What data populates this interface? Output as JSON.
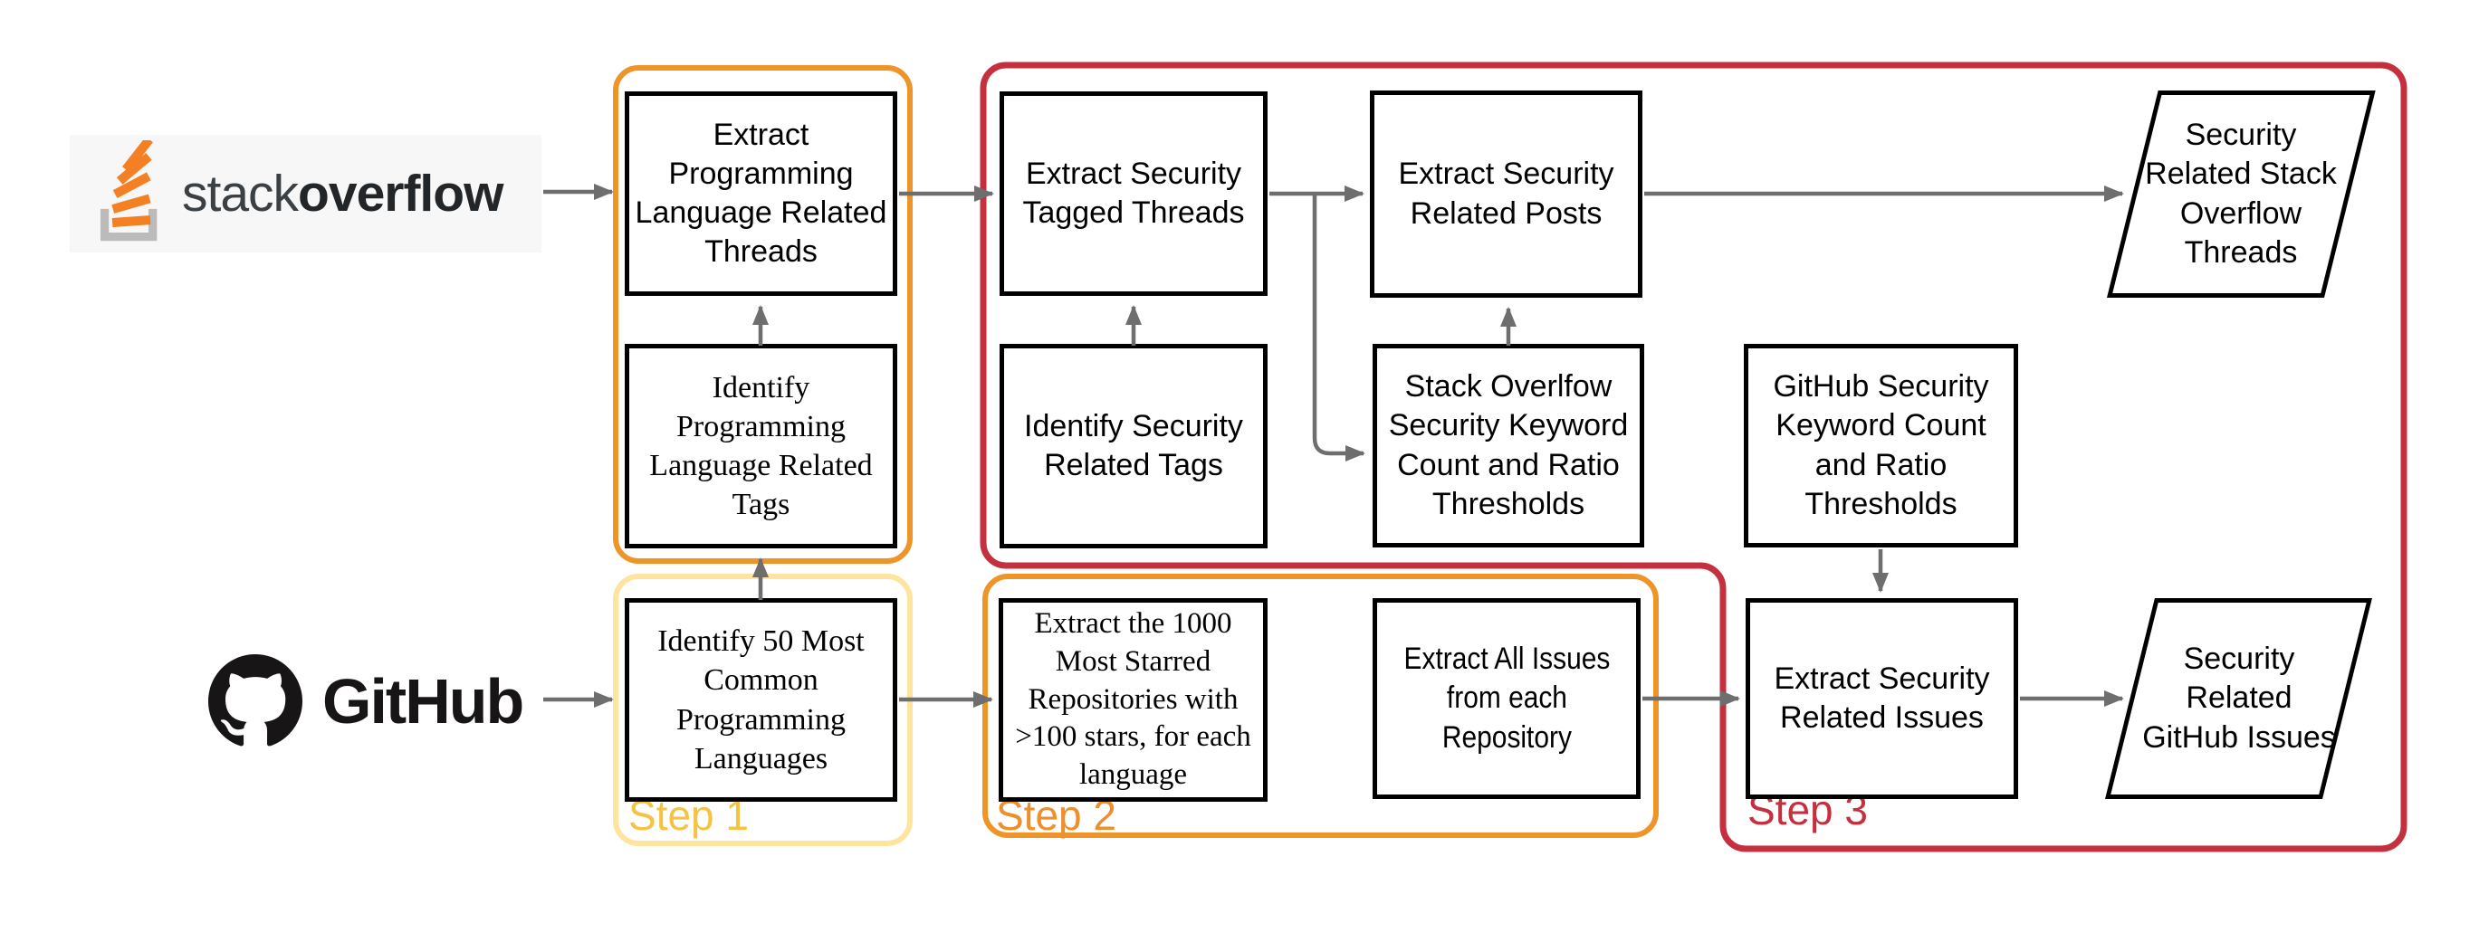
{
  "sources": {
    "stackoverflow": {
      "word1": "stack",
      "word2": "overflow"
    },
    "github": {
      "label": "GitHub"
    }
  },
  "steps": {
    "step1": {
      "label": "Step 1"
    },
    "step2": {
      "label": "Step 2"
    },
    "step3": {
      "label": "Step 3"
    }
  },
  "nodes": {
    "extract_pl_threads": "Extract\nProgramming\nLanguage Related\nThreads",
    "identify_pl_tags": "Identify\nProgramming\nLanguage Related\nTags",
    "identify_50_languages": "Identify 50 Most\nCommon\nProgramming\nLanguages",
    "extract_security_tagged_threads": "Extract Security\nTagged Threads",
    "identify_security_tags": "Identify Security\nRelated Tags",
    "extract_1000_repos": "Extract the 1000\nMost Starred\nRepositories with\n>100 stars, for each\nlanguage",
    "extract_security_posts": "Extract Security\nRelated Posts",
    "so_keyword_thresholds": "Stack Overlfow\nSecurity Keyword\nCount and Ratio\nThresholds",
    "gh_keyword_thresholds": "GitHub Security\nKeyword Count\nand Ratio\nThresholds",
    "extract_all_issues": "Extract All Issues\nfrom each\nRepository",
    "extract_security_issues": "Extract Security\nRelated Issues",
    "so_threads_output": "Security\nRelated Stack\nOverflow\nThreads",
    "gh_issues_output": "Security\nRelated\nGitHub Issues"
  },
  "icons": {
    "stackoverflow": "stackoverflow-logo-icon",
    "github": "github-octocat-icon"
  },
  "colors": {
    "step1_border": "#FFE49F",
    "step1_label": "#F5C344",
    "step2_border": "#EE9428",
    "step2_label": "#EE8F2D",
    "step3_border": "#C5303E",
    "step3_label": "#C5303E",
    "arrow": "#6E6E6E",
    "node_border": "#000000",
    "so_orange": "#F48024",
    "so_tray_gray": "#BCBBBB",
    "github_black": "#171515"
  }
}
